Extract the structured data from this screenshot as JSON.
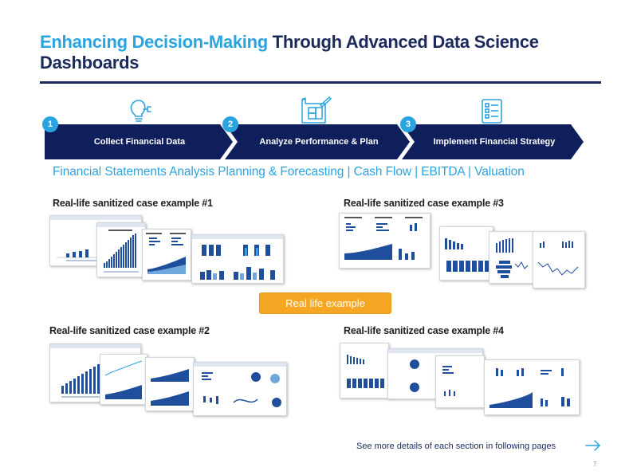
{
  "header": {
    "title_highlight": "Enhancing Decision-Making",
    "title_rest": " Through Advanced Data Science Dashboards"
  },
  "process": {
    "steps": [
      {
        "number": "1",
        "label": "Collect Financial Data",
        "icon": "lightbulb-icon"
      },
      {
        "number": "2",
        "label": "Analyze Performance & Plan",
        "icon": "blueprint-icon"
      },
      {
        "number": "3",
        "label": "Implement Financial Strategy",
        "icon": "checklist-icon"
      }
    ],
    "colors": {
      "chevron": "#0f1f5c",
      "badge": "#2aa4e0",
      "icon": "#2aa4e0"
    }
  },
  "subtitle": "Financial Statements Analysis Planning & Forecasting | Cash Flow | EBITDA | Valuation",
  "cases": [
    {
      "title": "Real-life sanitized case example #1"
    },
    {
      "title": "Real-life sanitized case example #3"
    },
    {
      "title": "Real-life sanitized case example #2"
    },
    {
      "title": "Real-life sanitized case example #4"
    }
  ],
  "real_life_button": "Real life example",
  "footer": {
    "link_text": "See more details of each section in following pages",
    "page_number": "7"
  },
  "colors": {
    "navy": "#1b2a5b",
    "accent": "#2aa4e0",
    "button": "#f5a623"
  }
}
